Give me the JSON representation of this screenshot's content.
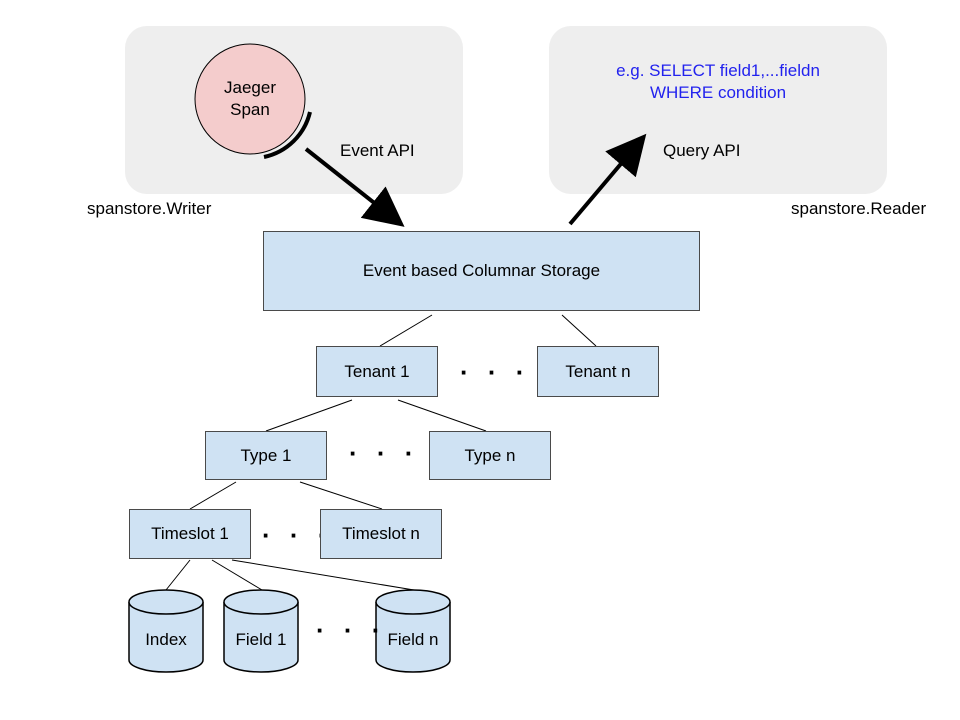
{
  "writer": {
    "span_line1": "Jaeger",
    "span_line2": "Span",
    "api_label": "Event API",
    "name": "spanstore.Writer"
  },
  "reader": {
    "query_line1": "e.g. SELECT field1,...fieldn",
    "query_line2": "WHERE condition",
    "api_label": "Query API",
    "name": "spanstore.Reader"
  },
  "storage": {
    "label": "Event based Columnar Storage"
  },
  "tenants": {
    "first": "Tenant 1",
    "last": "Tenant n",
    "ellipsis": "· · ·"
  },
  "types": {
    "first": "Type 1",
    "last": "Type n",
    "ellipsis": "· · ·"
  },
  "timeslots": {
    "first": "Timeslot 1",
    "last": "Timeslot n",
    "ellipsis": "· · ·"
  },
  "fields": {
    "index": "Index",
    "first": "Field 1",
    "last": "Field n",
    "ellipsis": "· · ·"
  },
  "colors": {
    "panel": "#eeeeee",
    "box_fill": "#cfe2f3",
    "span_fill": "#f4cccc",
    "query_text": "#2222ee"
  }
}
